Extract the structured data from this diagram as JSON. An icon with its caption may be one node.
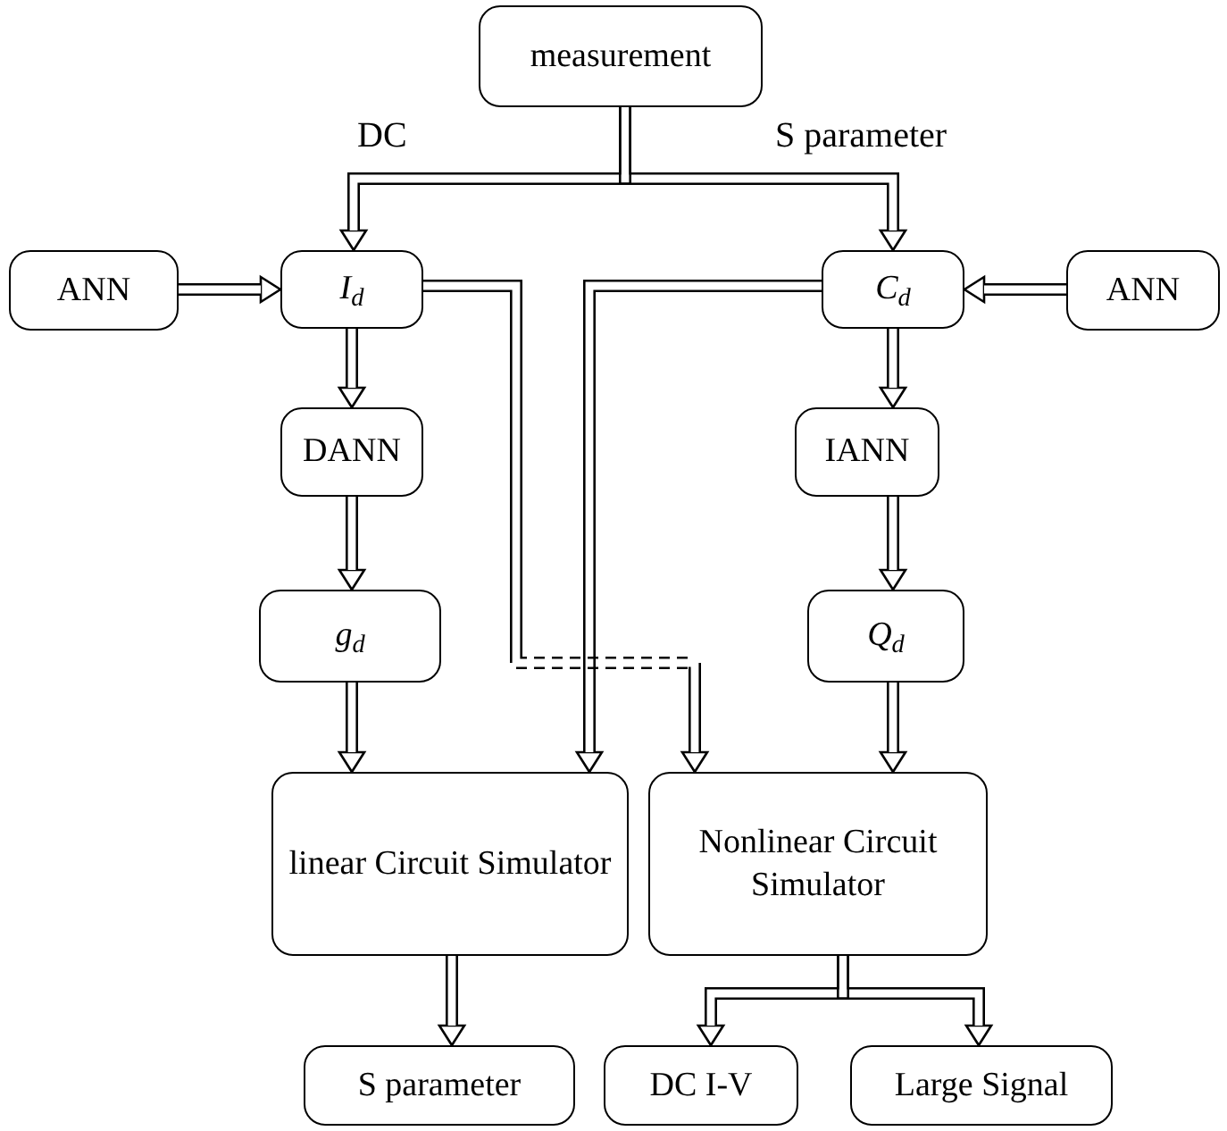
{
  "diagram": {
    "nodes": [
      {
        "text": [
          "measurement"
        ]
      },
      {
        "text": [
          "ANN"
        ]
      },
      {
        "text": [
          "I$_{d}$"
        ]
      },
      {
        "text": [
          "C$_{d}$"
        ]
      },
      {
        "text": [
          "ANN"
        ]
      },
      {
        "text": [
          "DANN"
        ]
      },
      {
        "text": [
          "IANN"
        ]
      },
      {
        "text": [
          "g$_{d}$"
        ]
      },
      {
        "text": [
          "Q$_{d}$"
        ]
      },
      {
        "text": [
          "linear Circuit Simulator"
        ]
      },
      {
        "text": [
          "Nonlinear Circuit Simulator"
        ]
      },
      {
        "text": [
          "S parameter"
        ]
      },
      {
        "text": [
          "DC I-V"
        ]
      },
      {
        "text": [
          "Large Signal"
        ]
      }
    ],
    "edges": [
      {
        "from": 0,
        "to": 2,
        "arrow": "to",
        "label": "DC"
      },
      {
        "from": 0,
        "to": 3,
        "arrow": "to",
        "label": "S parameter"
      },
      {
        "from": 1,
        "to": 2,
        "arrow": "to"
      },
      {
        "from": 4,
        "to": 3,
        "arrow": "to"
      },
      {
        "from": 2,
        "to": 5,
        "arrow": "to"
      },
      {
        "from": 5,
        "to": 7,
        "arrow": "to"
      },
      {
        "from": 7,
        "to": 9,
        "arrow": "to"
      },
      {
        "from": 2,
        "to": 10,
        "arrow": "to",
        "style": "dashed"
      },
      {
        "from": 3,
        "to": 9,
        "arrow": "to"
      },
      {
        "from": 3,
        "to": 6,
        "arrow": "to"
      },
      {
        "from": 6,
        "to": 8,
        "arrow": "to"
      },
      {
        "from": 8,
        "to": 10,
        "arrow": "to"
      },
      {
        "from": 9,
        "to": 11,
        "arrow": "to"
      },
      {
        "from": 10,
        "to": 12,
        "arrow": "to"
      },
      {
        "from": 10,
        "to": 13,
        "arrow": "to"
      }
    ]
  }
}
